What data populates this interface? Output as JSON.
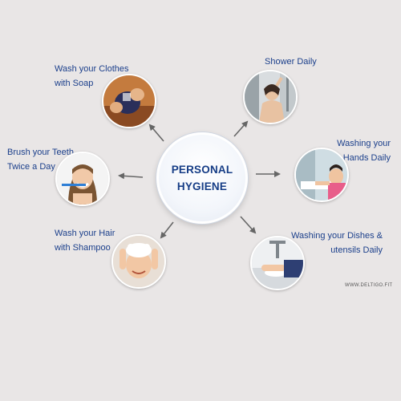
{
  "center": {
    "line1": "PERSONAL",
    "line2": "HYGIENE"
  },
  "items": {
    "clothes": {
      "line1": "Wash your Clothes",
      "line2": "with Soap"
    },
    "shower": {
      "line1": "Shower Daily"
    },
    "teeth": {
      "line1": "Brush your Teeth",
      "line2": "Twice a Day"
    },
    "hands": {
      "line1": "Washing your",
      "line2": "Hands Daily"
    },
    "hair": {
      "line1": "Wash your Hair",
      "line2": "with Shampoo"
    },
    "dishes": {
      "line1": "Washing your Dishes &",
      "line2": "utensils Daily"
    }
  },
  "watermark": "WWW.DELTIGO.FIT",
  "colors": {
    "label": "#1b3f8b",
    "center_text": "#163d86",
    "arrow": "#666666",
    "background": "#e9e6e6"
  }
}
